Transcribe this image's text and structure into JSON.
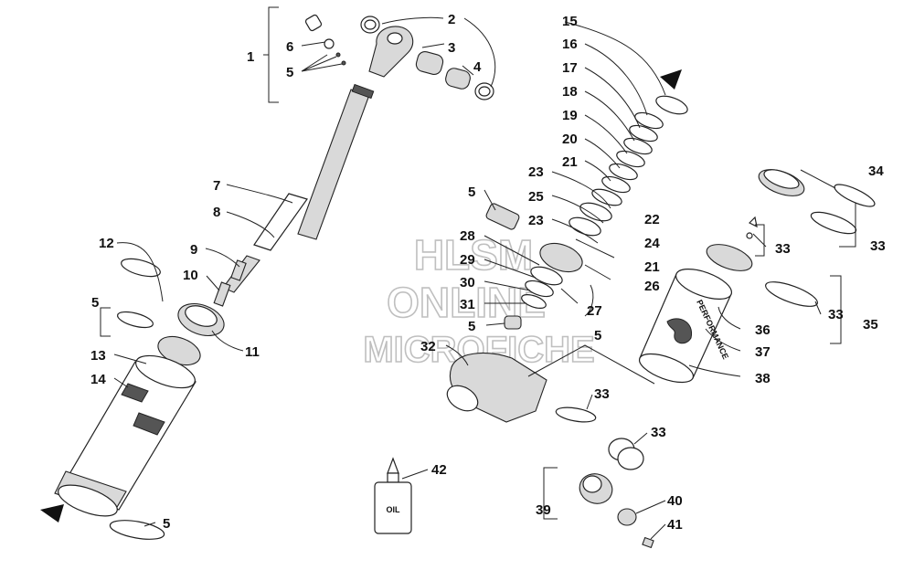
{
  "watermark": {
    "line1": "HLSM",
    "line2": "ONLINE",
    "line3": "MICROFICHE"
  },
  "labels": {
    "p1": "1",
    "p2": "2",
    "p3": "3",
    "p4": "4",
    "p5": "5",
    "p6": "6",
    "p7": "7",
    "p8": "8",
    "p9": "9",
    "p10": "10",
    "p11": "11",
    "p12": "12",
    "p13": "13",
    "p14": "14",
    "p15": "15",
    "p16": "16",
    "p17": "17",
    "p18": "18",
    "p19": "19",
    "p20": "20",
    "p21": "21",
    "p22": "22",
    "p23": "23",
    "p24": "24",
    "p25": "25",
    "p26": "26",
    "p27": "27",
    "p28": "28",
    "p29": "29",
    "p30": "30",
    "p31": "31",
    "p32": "32",
    "p33": "33",
    "p34": "34",
    "p35": "35",
    "p36": "36",
    "p37": "37",
    "p38": "38",
    "p39": "39",
    "p40": "40",
    "p41": "41",
    "p42": "42"
  },
  "oil_bottle_text": "OIL",
  "reservoir_text": "PERFORMANCE"
}
